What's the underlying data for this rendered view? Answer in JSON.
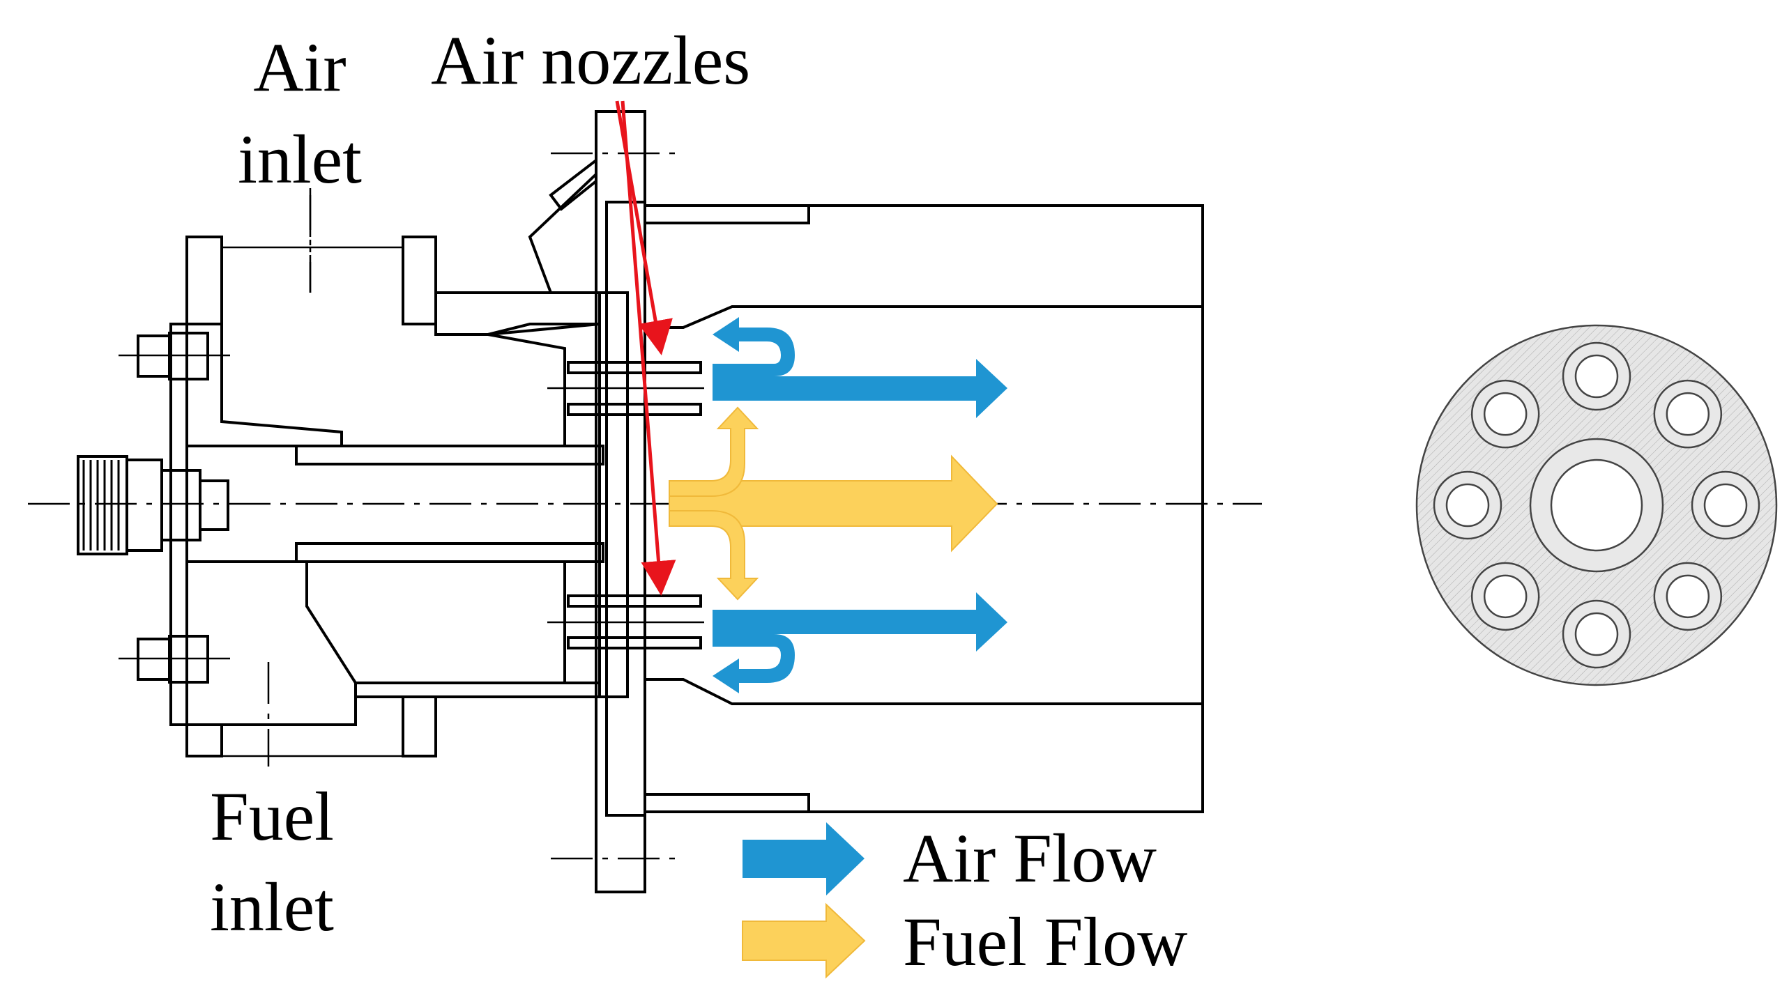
{
  "labels": {
    "air_inlet_line1": "Air",
    "air_inlet_line2": "inlet",
    "air_nozzles": "Air nozzles",
    "fuel_inlet_line1": "Fuel",
    "fuel_inlet_line2": "inlet"
  },
  "legend": {
    "air_flow": "Air Flow",
    "fuel_flow": "Fuel Flow"
  },
  "colors": {
    "air_flow": "#1f95d2",
    "fuel_flow": "#fcd15b",
    "nozzle_pointer": "#e8141c",
    "end_view_fill": "#e8e8e8",
    "hatch": "#000000"
  },
  "end_view": {
    "outer_nozzle_count": 8
  }
}
